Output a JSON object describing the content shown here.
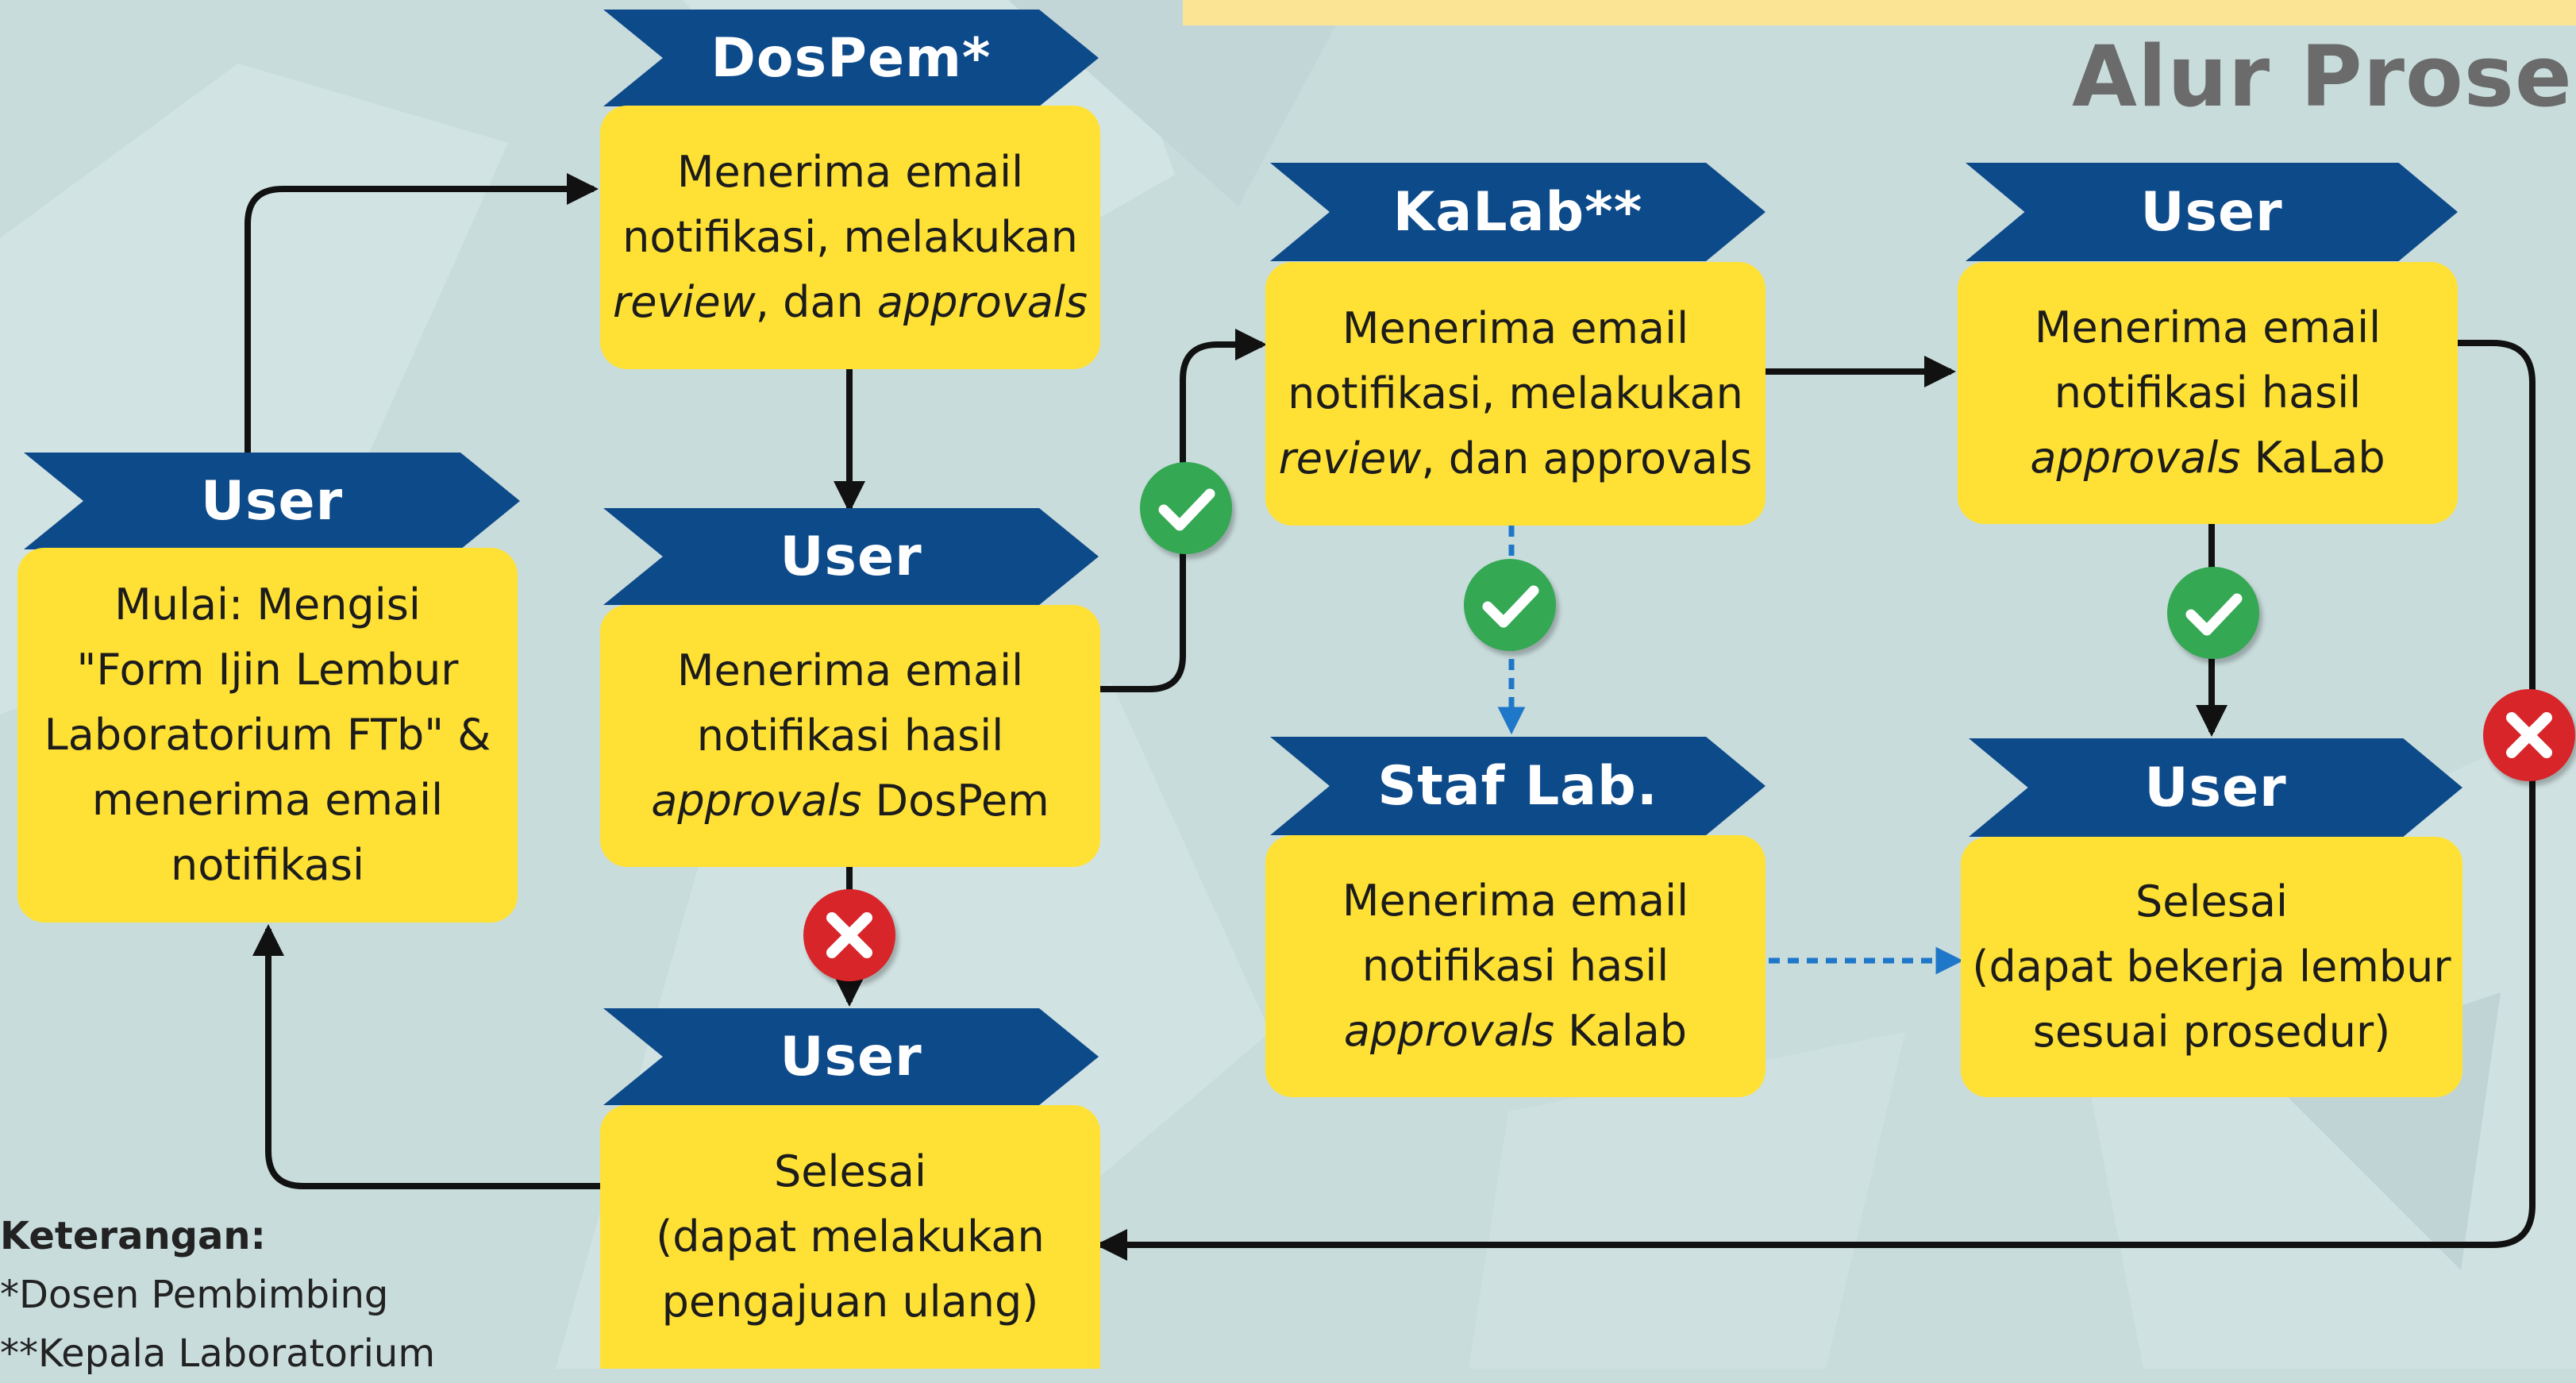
{
  "title": "Alur Prosed",
  "nodes": {
    "start": {
      "role": "User",
      "lines": [
        "Mulai: Mengisi",
        "\"Form Ijin Lembur",
        "Laboratorium FTb\"  &",
        "menerima email",
        "notifikasi"
      ]
    },
    "dospem": {
      "role": "DosPem*",
      "line1": "Menerima email",
      "line2": "notifikasi, melakukan",
      "line3_it1": "review",
      "line3_mid": ", dan ",
      "line3_it2": "approvals"
    },
    "user_dospem": {
      "role": "User",
      "line1": "Menerima email",
      "line2": "notifikasi hasil",
      "line3_it": "approvals",
      "line3_rest": " DosPem"
    },
    "user_end_reject": {
      "role": "User",
      "lines": [
        "Selesai",
        "(dapat melakukan",
        "pengajuan ulang)"
      ]
    },
    "kalab": {
      "role": "KaLab**",
      "line1": "Menerima email",
      "line2": "notifikasi, melakukan",
      "line3_it": "review",
      "line3_rest": ", dan approvals"
    },
    "user_kalab": {
      "role": "User",
      "line1": "Menerima email",
      "line2": "notifikasi hasil",
      "line3_it": "approvals",
      "line3_rest": " KaLab"
    },
    "staf": {
      "role": "Staf Lab.",
      "line1": "Menerima email",
      "line2": "notifikasi hasil",
      "line3_it": "approvals",
      "line3_rest": " Kalab"
    },
    "user_end_ok": {
      "role": "User",
      "lines": [
        "Selesai",
        "(dapat bekerja lembur",
        "sesuai prosedur)"
      ]
    }
  },
  "legend": {
    "heading": "Keterangan:",
    "items": [
      "*Dosen Pembimbing",
      "**Kepala Laboratorium"
    ]
  },
  "colors": {
    "background": "#c9dcdc",
    "banner": "#0d4a8a",
    "box": "#ffe135",
    "approved": "#34a853",
    "rejected": "#d8252a",
    "staff_link": "#1f77c9"
  }
}
